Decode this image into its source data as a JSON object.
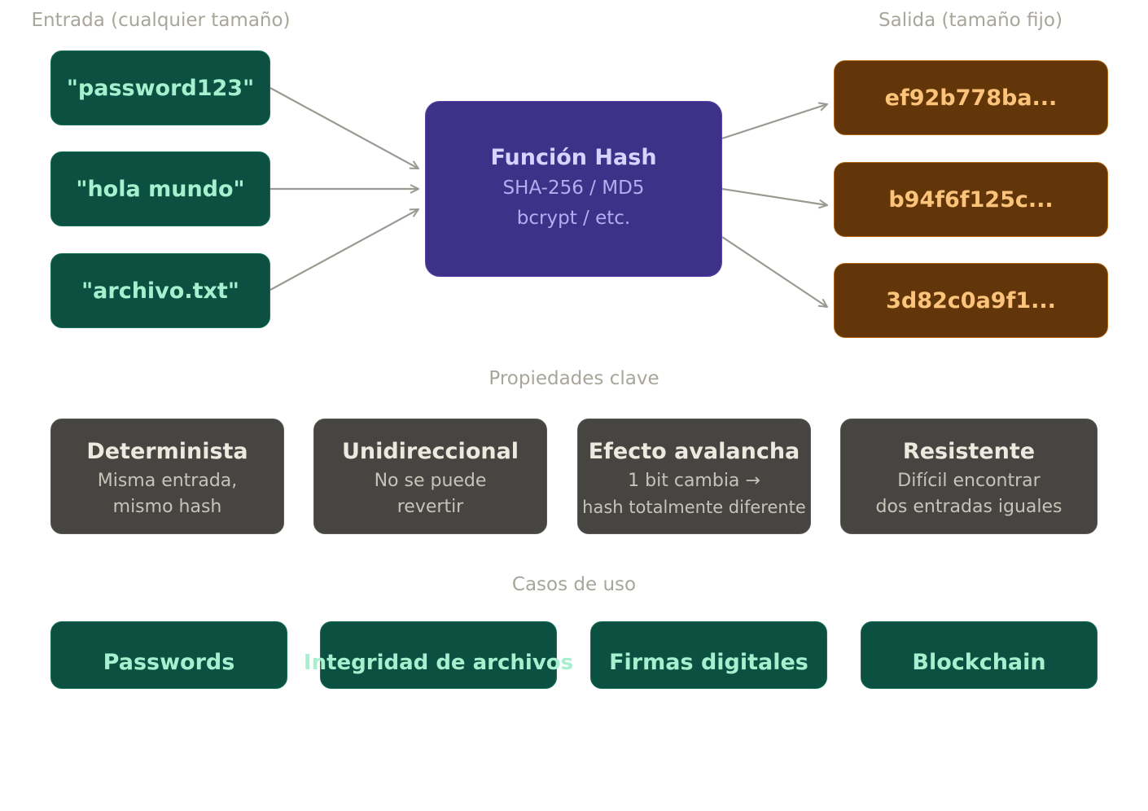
{
  "headings": {
    "input": "Entrada (cualquier tamaño)",
    "output": "Salida (tamaño fijo)",
    "properties": "Propiedades clave",
    "use_cases": "Casos de uso"
  },
  "inputs": [
    "\"password123\"",
    "\"hola mundo\"",
    "\"archivo.txt\""
  ],
  "hash_function": {
    "title": "Función Hash",
    "line1": "SHA-256 / MD5",
    "line2": "bcrypt / etc."
  },
  "outputs": [
    "ef92b778ba...",
    "b94f6f125c...",
    "3d82c0a9f1..."
  ],
  "properties": [
    {
      "title": "Determinista",
      "line1": "Misma entrada,",
      "line2": "mismo hash"
    },
    {
      "title": "Unidireccional",
      "line1": "No se puede",
      "line2": "revertir"
    },
    {
      "title": "Efecto avalancha",
      "line1": "1 bit cambia →",
      "line2": "hash totalmente diferente"
    },
    {
      "title": "Resistente",
      "line1": "Difícil encontrar",
      "line2": "dos entradas iguales"
    }
  ],
  "use_cases": [
    "Passwords",
    "Integridad de archivos",
    "Firmas digitales",
    "Blockchain"
  ],
  "colors": {
    "input_fill": "#0b5040",
    "input_text": "#a7f0cf",
    "hash_fill": "#3d3188",
    "output_fill": "#63360a",
    "output_text": "#fbc47a",
    "property_fill": "#464542",
    "arrow": "#9a9a92"
  }
}
